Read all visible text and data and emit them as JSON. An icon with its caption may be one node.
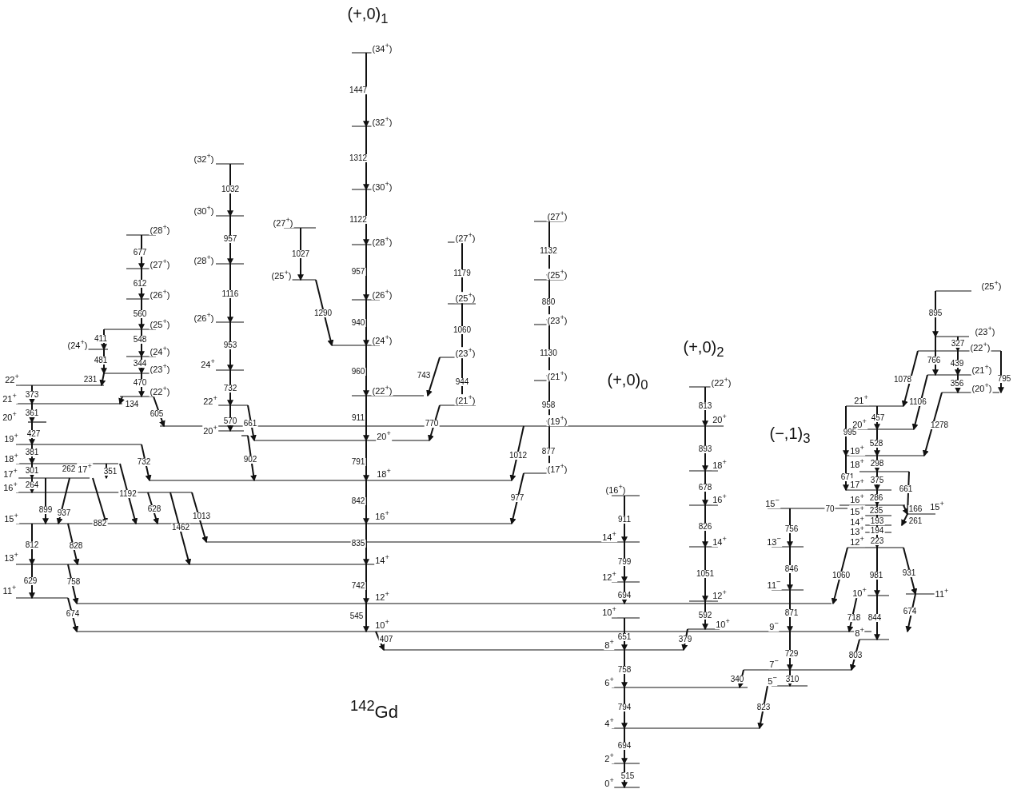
{
  "diagram": {
    "labels": [
      "22$^{+}$",
      "373",
      "21$^{+}$",
      "361",
      "20$^{+}$",
      "427",
      "19$^{+}$",
      "381",
      "18$^{+}$",
      "301",
      "17$^{+}$",
      "264",
      "16$^{+}$",
      "899",
      "15$^{+}$",
      "812",
      "13$^{+}$",
      "629",
      "11$^{+}$",
      "262",
      "17$^{+}$",
      "351",
      "937",
      "882",
      "732",
      "1192",
      "628",
      "1462",
      "1013",
      "828",
      "758",
      "674",
      "(24$^{+}$)",
      "411",
      "481",
      "231",
      "(28$^{+}$)",
      "677",
      "(27$^{+}$)",
      "612",
      "(26$^{+}$)",
      "560",
      "(25$^{+}$)",
      "548",
      "(24$^{+}$)",
      "344",
      "(23$^{+}$)",
      "470",
      "(22$^{+}$)",
      "134",
      "605",
      "(32$^{+}$)",
      "1032",
      "(30$^{+}$)",
      "957",
      "(28$^{+}$)",
      "1116",
      "(26$^{+}$)",
      "953",
      "24$^{+}$",
      "732",
      "22$^{+}$",
      "570",
      "661",
      "20$^{+}$",
      "902",
      "(27$^{+}$)",
      "1027",
      "(25$^{+}$)",
      "1290",
      "(+,0)$_{1}$",
      "(34$^{+}$)",
      "1447",
      "(32$^{+}$)",
      "1312",
      "(30$^{+}$)",
      "1122",
      "(28$^{+}$)",
      "957",
      "(26$^{+}$)",
      "940",
      "(24$^{+}$)",
      "960",
      "(22$^{+}$)",
      "911",
      "20$^{+}$",
      "791",
      "18$^{+}$",
      "842",
      "16$^{+}$",
      "835",
      "14$^{+}$",
      "742",
      "12$^{+}$",
      "545",
      "10$^{+}$",
      "407",
      "$^{142}$Gd",
      "(27$^{+}$)",
      "1179",
      "(25$^{+}$)",
      "1060",
      "(23$^{+}$)",
      "743",
      "944",
      "(21$^{+}$)",
      "770",
      "(27$^{+}$)",
      "1132",
      "(25$^{+}$)",
      "880",
      "(23$^{+}$)",
      "1130",
      "(21$^{+}$)",
      "958",
      "(19$^{+}$)",
      "1012",
      "877",
      "(17$^{+}$)",
      "977",
      "(+,0)$_{0}$",
      "(16$^{+}$)",
      "911",
      "14$^{+}$",
      "799",
      "12$^{+}$",
      "694",
      "10$^{+}$",
      "651",
      "8$^{+}$",
      "758",
      "6$^{+}$",
      "794",
      "4$^{+}$",
      "694",
      "2$^{+}$",
      "515",
      "0$^{+}$",
      "(+,0)$_{2}$",
      "(22$^{+}$)",
      "813",
      "20$^{+}$",
      "893",
      "18$^{+}$",
      "678",
      "16$^{+}$",
      "826",
      "14$^{+}$",
      "1051",
      "12$^{+}$",
      "592",
      "10$^{+}$",
      "379",
      "(−,1)$_{3}$",
      "15$^{−}$",
      "70",
      "756",
      "13$^{−}$",
      "846",
      "11$^{−}$",
      "871",
      "9$^{−}$",
      "729",
      "7$^{−}$",
      "340",
      "5$^{−}$",
      "310",
      "823",
      "(25$^{+}$)",
      "895",
      "(23$^{+}$)",
      "327",
      "(22$^{+}$)",
      "766",
      "439",
      "1078",
      "(21$^{+}$)",
      "795",
      "356",
      "(20$^{+}$)",
      "1106",
      "21$^{+}$",
      "457",
      "1278",
      "20$^{+}$",
      "995",
      "528",
      "19$^{+}$",
      "18$^{+}$",
      "298",
      "671",
      "375",
      "17$^{+}$",
      "661",
      "16$^{+}$",
      "286",
      "15$^{+}$",
      "235",
      "166",
      "15$^{+}$",
      "261",
      "14$^{+}$",
      "193",
      "13$^{+}$",
      "194",
      "12$^{+}$",
      "223",
      "1060",
      "981",
      "931",
      "10$^{+}$",
      "11$^{+}$",
      "718",
      "844",
      "674",
      "8$^{+}$",
      "803"
    ]
  }
}
